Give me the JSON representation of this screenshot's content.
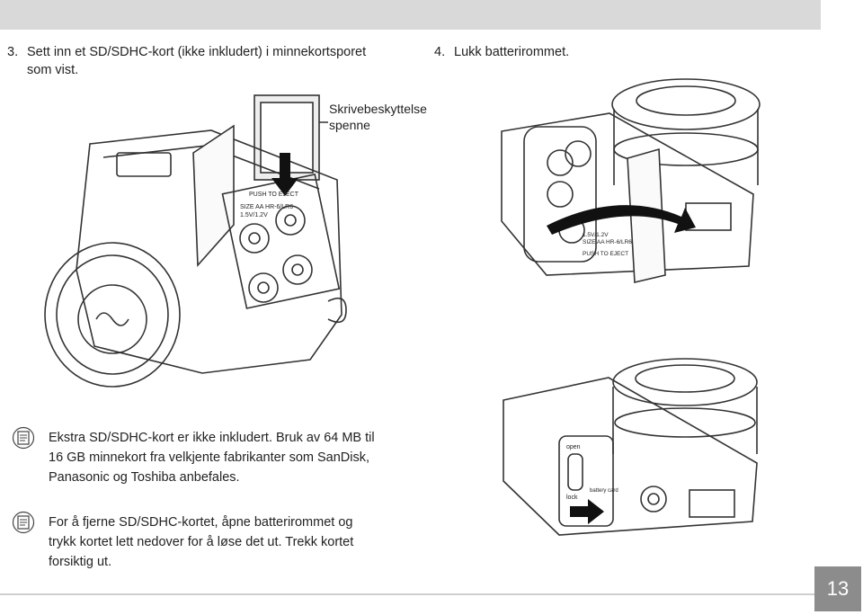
{
  "steps": [
    {
      "number": "3.",
      "text_line1": "Sett inn et SD/SDHC-kort (ikke inkludert) i minnekortsporet",
      "text_line2": "som vist."
    },
    {
      "number": "4.",
      "text": "Lukk batterirommet."
    }
  ],
  "callout": {
    "line1": "Skrivebeskyttelse",
    "line2": "spenne"
  },
  "illustration_labels": {
    "push_to_eject": "PUSH TO EJECT",
    "battery_size": "SIZE AA HR-6/LR6",
    "battery_type": "1.5V/1.2V",
    "open": "open",
    "lock": "lock",
    "battery_card": "battery card"
  },
  "notes": [
    {
      "line1": "Ekstra SD/SDHC-kort er ikke inkludert. Bruk av 64 MB til",
      "line2": "16 GB minnekort fra velkjente fabrikanter som SanDisk,",
      "line3": "Panasonic og Toshiba anbefales."
    },
    {
      "line1": "For å fjerne SD/SDHC-kortet, åpne batterirommet og",
      "line2": "trykk kortet lett nedover for å løse det ut. Trekk kortet",
      "line3": "forsiktig ut."
    }
  ],
  "page_number": "13",
  "colors": {
    "top_bar": "#d9d9d9",
    "page_box": "#8c8c8c",
    "line_art": "#333333"
  }
}
